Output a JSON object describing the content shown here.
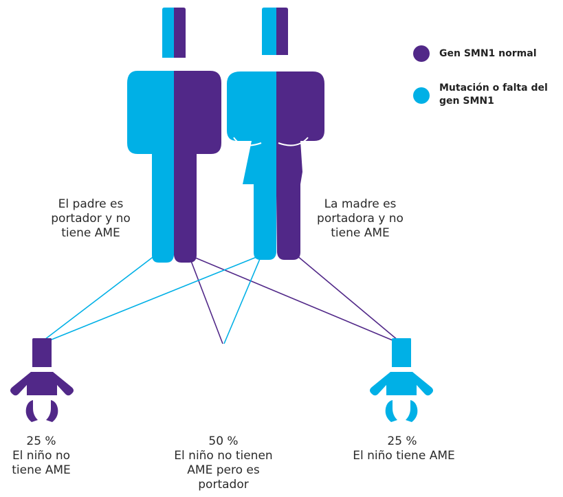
{
  "colors": {
    "normal": "#512888",
    "mutation": "#00b0e6"
  },
  "legend": {
    "normal_label": "Gen SMN1 normal",
    "mutation_label": "Mutación o falta del gen SMN1"
  },
  "parents": {
    "father_label": "El padre es portador y no tiene AME",
    "mother_label": "La madre es portadora y no tiene AME"
  },
  "children": [
    {
      "percent": "25 %",
      "label": "El niño no tiene AME"
    },
    {
      "percent": "50 %",
      "label": "El niño no tienen AME pero es portador"
    },
    {
      "percent": "25 %",
      "label": "El niño tiene AME"
    }
  ]
}
